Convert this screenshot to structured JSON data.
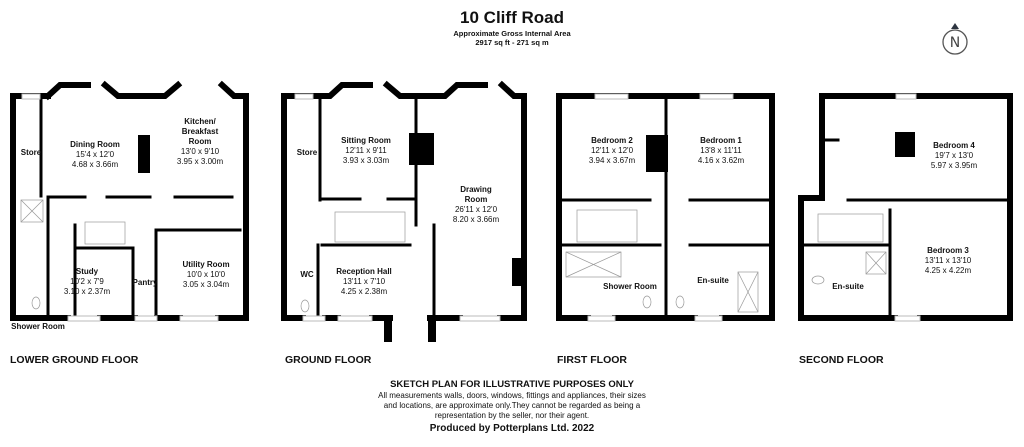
{
  "header": {
    "title": "10 Cliff Road",
    "subtitle": "Approximate Gross Internal Area",
    "area": "2917 sq ft - 271 sq m",
    "compass_label": "N"
  },
  "floors": [
    {
      "name": "LOWER GROUND FLOOR",
      "rooms": [
        {
          "name": "Store"
        },
        {
          "name": "Dining Room",
          "imperial": "15'4 x 12'0",
          "metric": "4.68 x 3.66m"
        },
        {
          "name": "Kitchen/",
          "name2": "Breakfast",
          "name3": "Room",
          "imperial": "13'0 x 9'10",
          "metric": "3.95 x 3.00m"
        },
        {
          "name": "Study",
          "imperial": "10'2 x 7'9",
          "metric": "3.10 x 2.37m"
        },
        {
          "name": "Pantry"
        },
        {
          "name": "Utility Room",
          "imperial": "10'0 x 10'0",
          "metric": "3.05 x 3.04m"
        },
        {
          "name": "Shower Room"
        }
      ]
    },
    {
      "name": "GROUND FLOOR",
      "rooms": [
        {
          "name": "Store"
        },
        {
          "name": "Sitting Room",
          "imperial": "12'11 x 9'11",
          "metric": "3.93 x 3.03m"
        },
        {
          "name": "Drawing",
          "name2": "Room",
          "imperial": "26'11 x 12'0",
          "metric": "8.20 x 3.66m"
        },
        {
          "name": "WC"
        },
        {
          "name": "Reception Hall",
          "imperial": "13'11 x 7'10",
          "metric": "4.25 x 2.38m"
        }
      ]
    },
    {
      "name": "FIRST FLOOR",
      "rooms": [
        {
          "name": "Bedroom 2",
          "imperial": "12'11 x 12'0",
          "metric": "3.94 x 3.67m"
        },
        {
          "name": "Bedroom 1",
          "imperial": "13'8 x 11'11",
          "metric": "4.16 x 3.62m"
        },
        {
          "name": "Shower Room"
        },
        {
          "name": "En-suite"
        }
      ]
    },
    {
      "name": "SECOND FLOOR",
      "rooms": [
        {
          "name": "Bedroom 4",
          "imperial": "19'7 x 13'0",
          "metric": "5.97 x 3.95m"
        },
        {
          "name": "Bedroom 3",
          "imperial": "13'11 x 13'10",
          "metric": "4.25 x 4.22m"
        },
        {
          "name": "En-suite"
        }
      ]
    }
  ],
  "disclaimer": {
    "heading": "SKETCH PLAN FOR ILLUSTRATIVE PURPOSES ONLY",
    "line1": "All measurements walls, doors, windows, fittings and appliances, their sizes",
    "line2": "and locations, are approximate only.They cannot be regarded as being a",
    "line3": "representation by the seller, nor their agent.",
    "producer": "Produced by Potterplans Ltd. 2022"
  },
  "colors": {
    "wall": "#000000",
    "window": "#dcdcdc",
    "fixture": "#888888",
    "text": "#111111"
  }
}
